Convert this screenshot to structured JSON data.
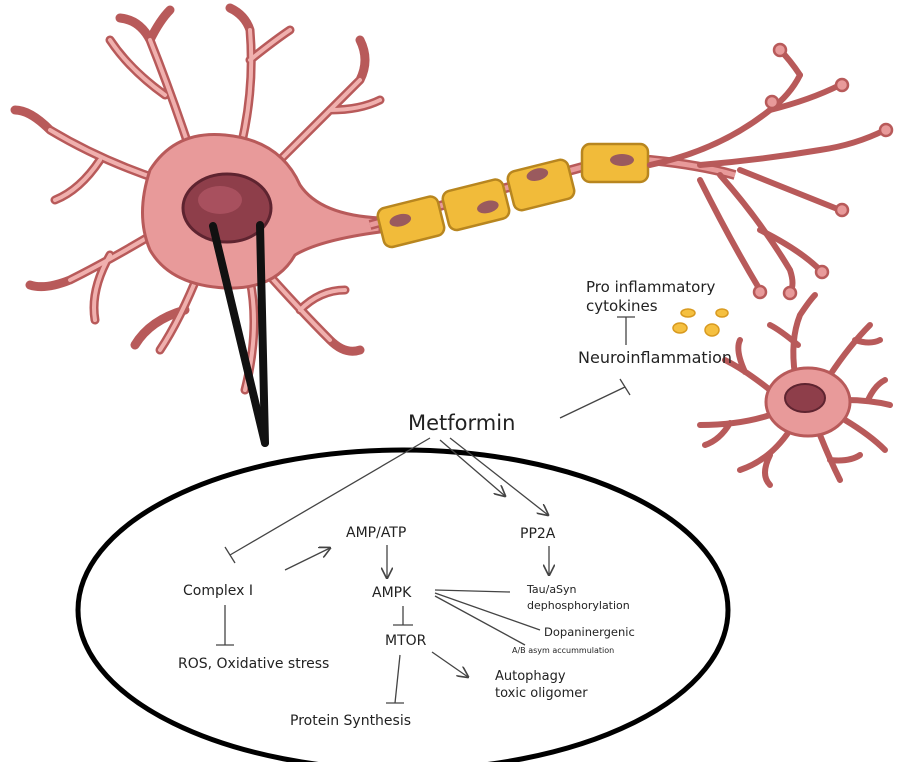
{
  "labels": {
    "pro_inflammatory": "Pro inflammatory",
    "cytokines": "cytokines",
    "neuroinflammation": "Neuroinflammation",
    "metformin": "Metformin",
    "complex_i": "Complex I",
    "amp_atp": "AMP/ATP",
    "pp2a": "PP2A",
    "ampk": "AMPK",
    "tau_asyn": "Tau/aSyn",
    "dephosphorylation": "dephosphorylation",
    "dopaminergic": "Dopaninergenic",
    "ab_asyn": "A/B asym accummulation",
    "ros": "ROS, Oxidative stress",
    "mtor": "MTOR",
    "autophagy": "Autophagy",
    "toxic_oligomer": "toxic oligomer",
    "protein_synthesis": "Protein Synthesis"
  },
  "colors": {
    "neuron_fill": "#e89a9a",
    "neuron_stroke": "#b85a5a",
    "neuron_inner": "#f4c2c0",
    "nucleus": "#8e3e4a",
    "myelin": "#f1bb3a",
    "myelin_stroke": "#b8861f",
    "myelin_nucleus": "#9a5a5e",
    "cytokine": "#f5c040",
    "ellipse_stroke": "#000000"
  }
}
